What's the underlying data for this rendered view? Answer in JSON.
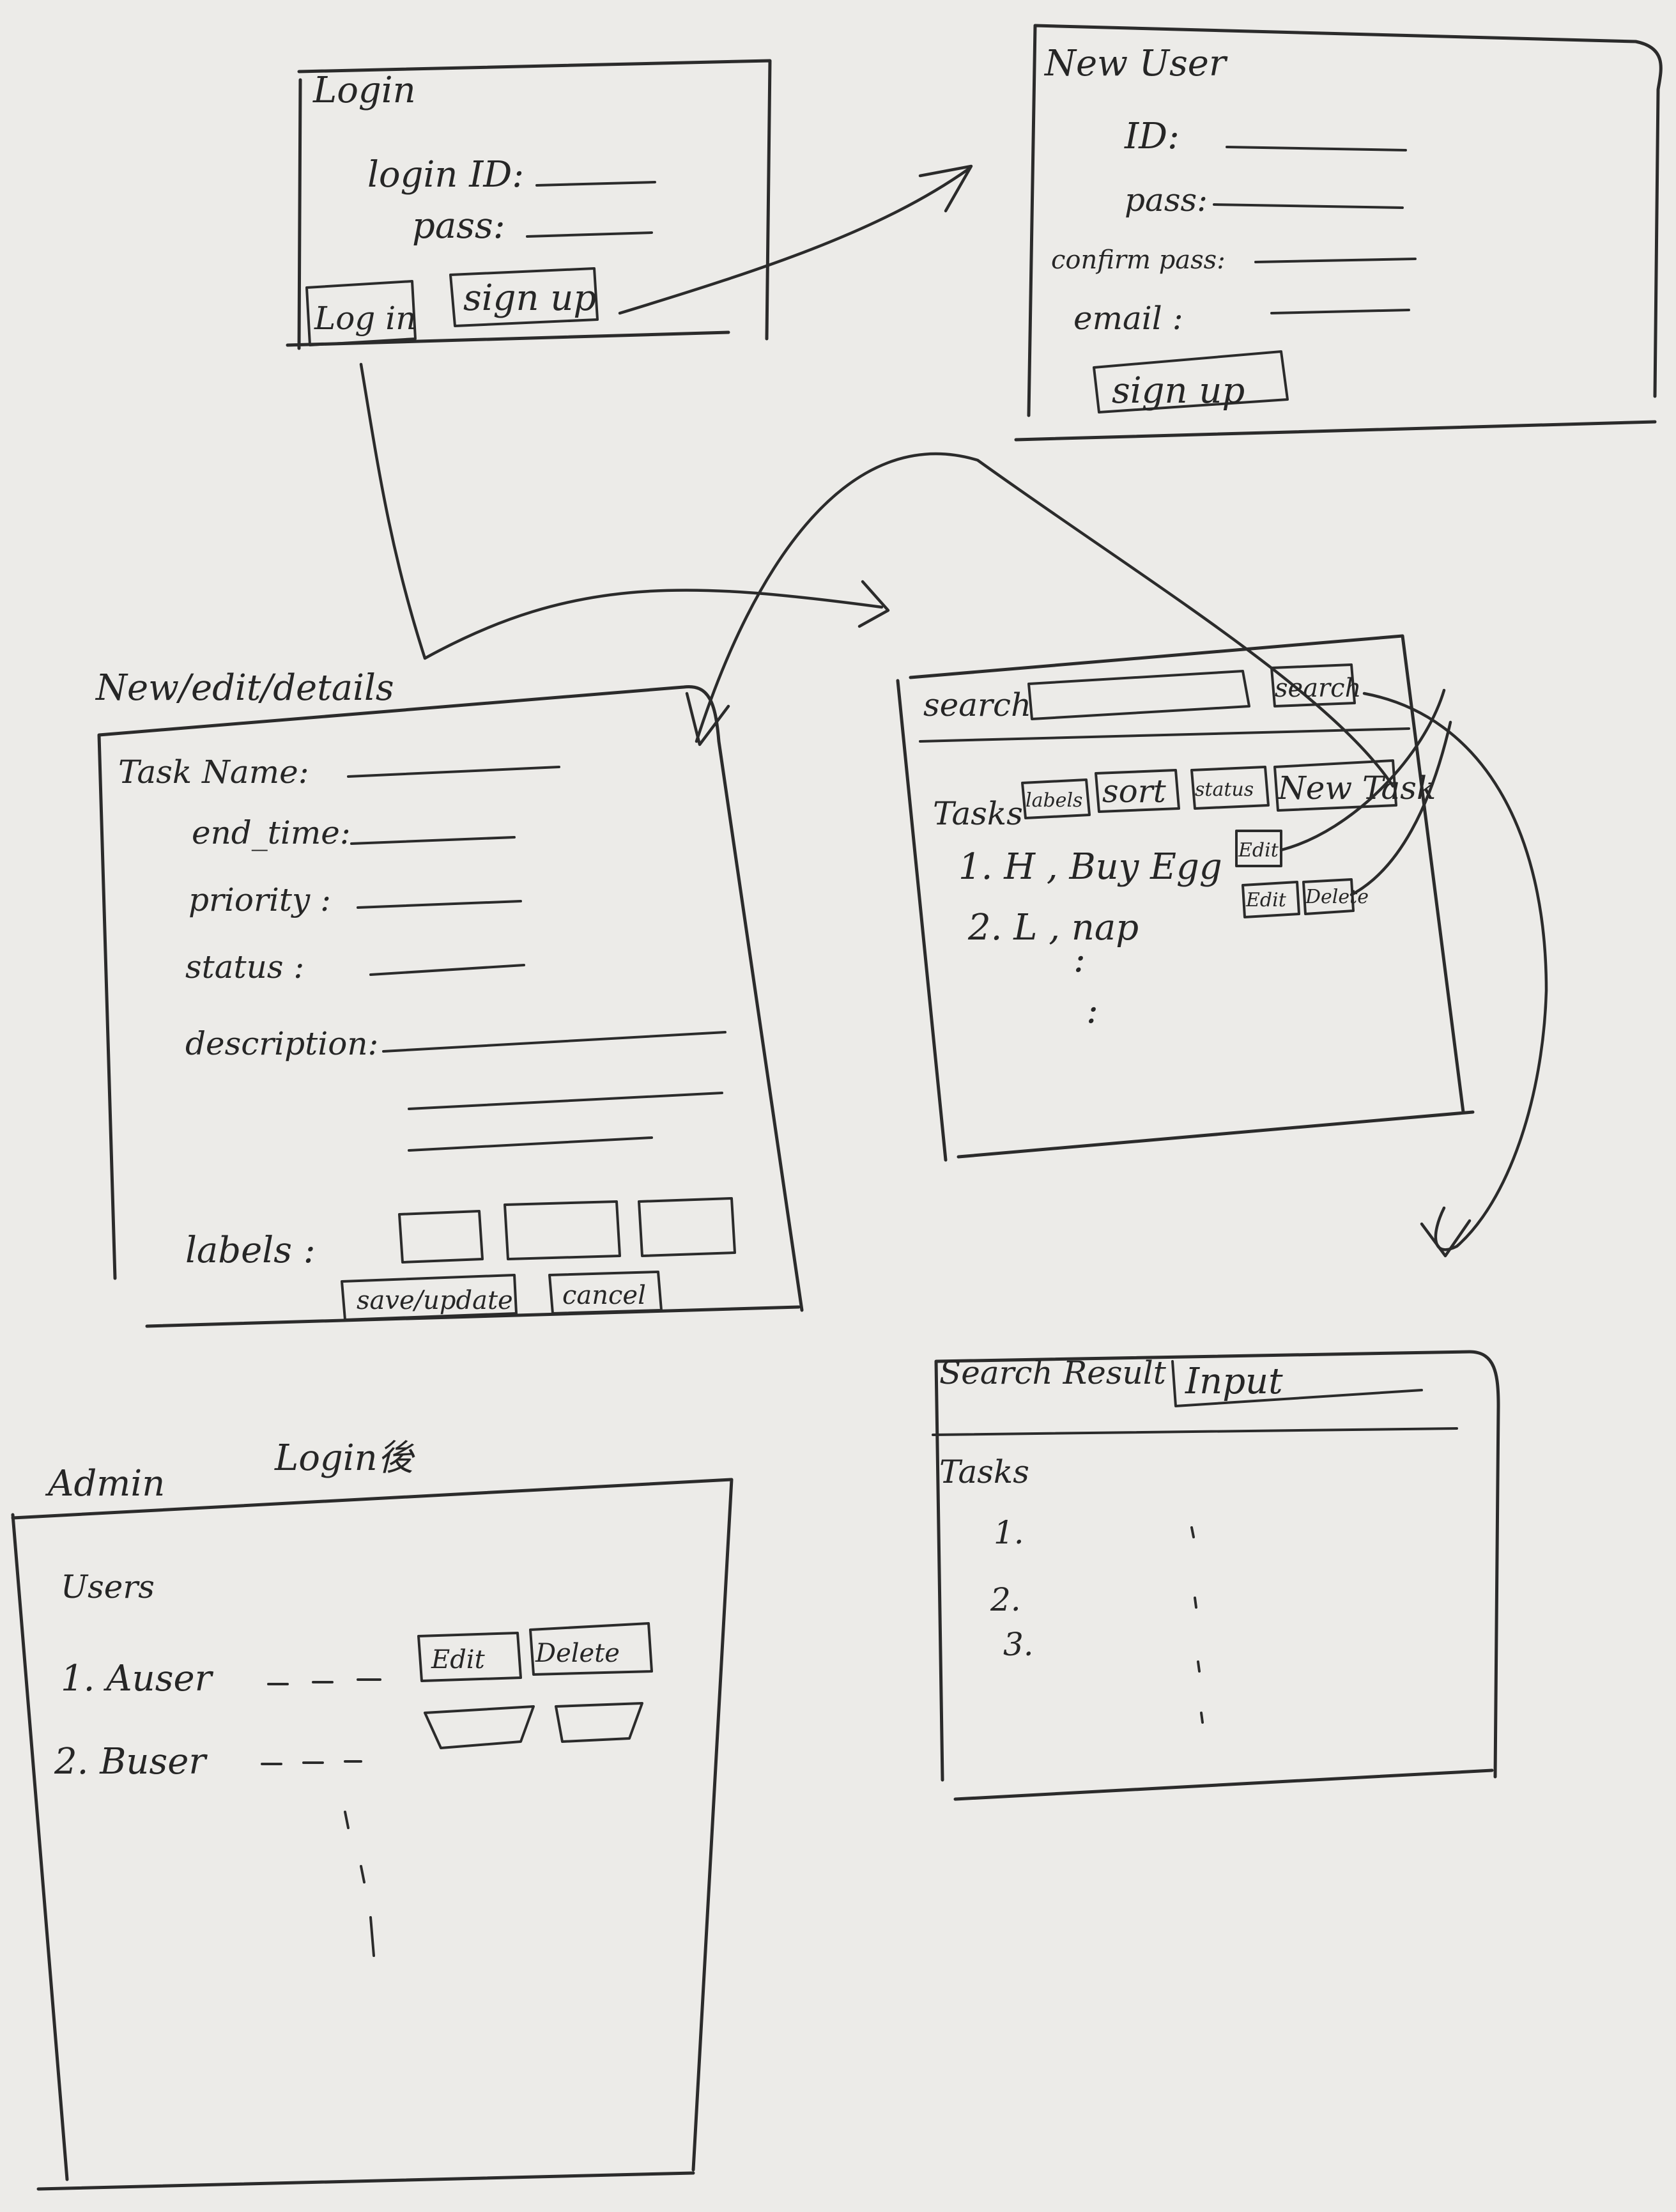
{
  "login": {
    "title": "Login",
    "id_label": "login ID:",
    "pass_label": "pass:",
    "login_button": "Log in",
    "signup_button": "sign up"
  },
  "new_user": {
    "title": "New User",
    "id_label": "ID:",
    "pass_label": "pass:",
    "confirm_label": "confirm pass:",
    "email_label": "email :",
    "signup_button": "sign up"
  },
  "new_edit": {
    "title": "New/edit/details",
    "task_name_label": "Task Name:",
    "end_time_label": "end_time:",
    "priority_label": "priority :",
    "status_label": "status :",
    "description_label": "description:",
    "labels_label": "labels :",
    "save_button": "save/update",
    "cancel_button": "cancel"
  },
  "task_list": {
    "search_label": "search",
    "search_button": "search",
    "tasks_label": "Tasks",
    "labels_button": "labels",
    "sort_button": "sort",
    "status_button": "status",
    "new_task_button": "New Task",
    "rows": [
      {
        "text": "1. H , Buy Egg",
        "edit": "Edit"
      },
      {
        "text": "2. L , nap",
        "edit": "Edit",
        "delete": "Delete"
      }
    ],
    "ellipsis": ":"
  },
  "search_result": {
    "title": "Search Result",
    "input_button": "Input",
    "tasks_label": "Tasks",
    "items": [
      "1.",
      "2.",
      "3."
    ]
  },
  "admin": {
    "title": "Admin",
    "note": "Login後",
    "users_label": "Users",
    "rows": [
      {
        "text": "1. Auser",
        "edit": "Edit",
        "delete": "Delete"
      },
      {
        "text": "2. Buser"
      }
    ]
  }
}
